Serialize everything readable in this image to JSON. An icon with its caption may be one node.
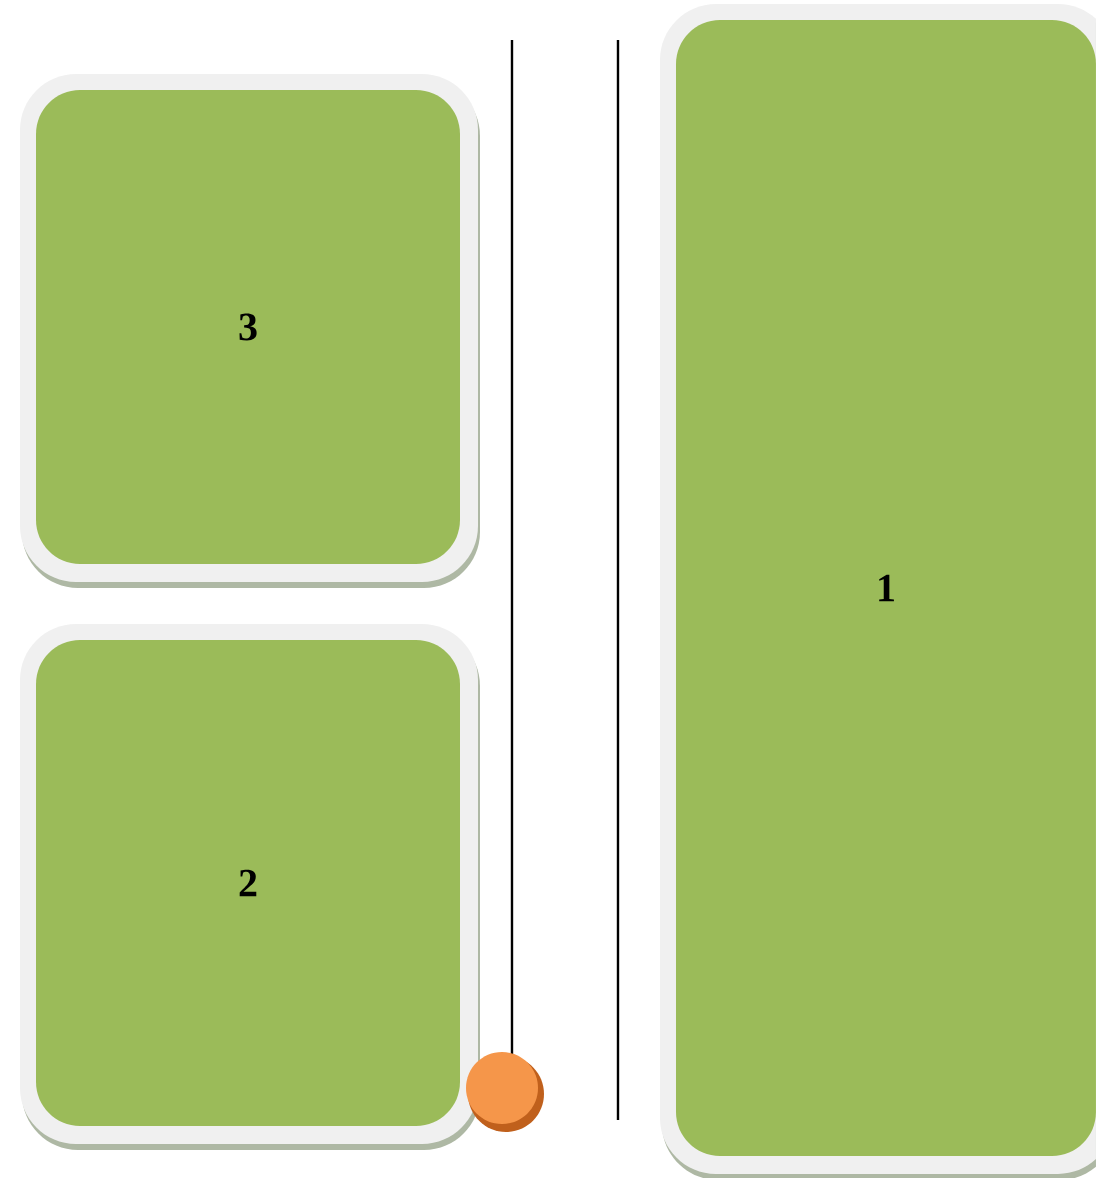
{
  "diagram": {
    "nodes": [
      {
        "text": [
          "3"
        ]
      },
      {
        "text": [
          "2"
        ]
      },
      {
        "text": [
          "1"
        ]
      }
    ]
  }
}
